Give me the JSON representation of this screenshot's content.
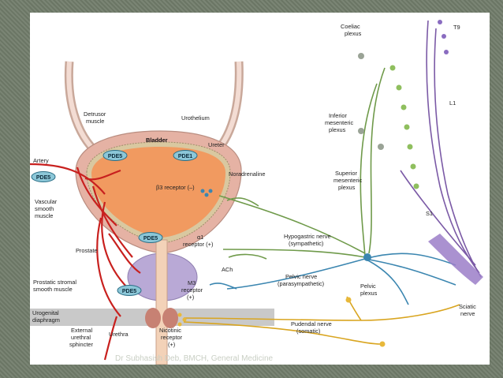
{
  "labels": {
    "coeliac_plexus_1": "Coeliac",
    "coeliac_plexus_2": "plexus",
    "t9": "T9",
    "l1": "L1",
    "s1": "S1",
    "inferior_mesenteric_1": "Inferior",
    "inferior_mesenteric_2": "mesenteric",
    "inferior_mesenteric_3": "plexus",
    "superior_mesenteric_1": "Superior",
    "superior_mesenteric_2": "mesenteric",
    "superior_mesenteric_3": "plexus",
    "detrusor_1": "Detrusor",
    "detrusor_2": "muscle",
    "urothelium": "Urothelium",
    "bladder": "Bladder",
    "ureter": "Ureter",
    "artery": "Artery",
    "noradrenaline": "Noradrenaline",
    "beta3": "β3 receptor (–)",
    "vascular_1": "Vascular",
    "vascular_2": "smooth",
    "vascular_3": "muscle",
    "alpha1_1": "α1",
    "alpha1_2": "receptor (+)",
    "hypogastric_1": "Hypogastric nerve",
    "hypogastric_2": "(sympathetic)",
    "prostate": "Prostate",
    "ach": "ACh",
    "m3_1": "M3",
    "m3_2": "receptor",
    "m3_3": "(+)",
    "pelvic_nerve_1": "Pelvic nerve",
    "pelvic_nerve_2": "(parasympathetic)",
    "pelvic_plexus_1": "Pelvic",
    "pelvic_plexus_2": "plexus",
    "prostatic_stromal_1": "Prostatic stromal",
    "prostatic_stromal_2": "smooth muscle",
    "urogenital_1": "Urogenital",
    "urogenital_2": "diaphragm",
    "pudendal_1": "Pudendal nerve",
    "pudendal_2": "(somatic)",
    "sciatic_1": "Sciatic",
    "sciatic_2": "nerve",
    "external_1": "External",
    "external_2": "urethral",
    "external_3": "sphincter",
    "urethra": "Urethra",
    "nicotinic_1": "Nicotinic",
    "nicotinic_2": "receptor",
    "nicotinic_3": "(+)"
  },
  "pde_badges": {
    "pde5_bladder": "PDE5",
    "pde1": "PDE1",
    "pde5_artery": "PDE5",
    "pde5_neck": "PDE5",
    "pde5_prostate": "PDE5"
  },
  "footer": "Dr Subhasish Deb, BMCH, General Medicine",
  "colors": {
    "sympathetic": "#6f9a4a",
    "parasympathetic": "#3b86b0",
    "somatic": "#d9a520",
    "spinal": "#7b5aa6",
    "artery": "#c8201e",
    "bladder_inner": "#f19a60",
    "bladder_wall": "#e7b3a6",
    "prostate": "#b9a9d6"
  }
}
